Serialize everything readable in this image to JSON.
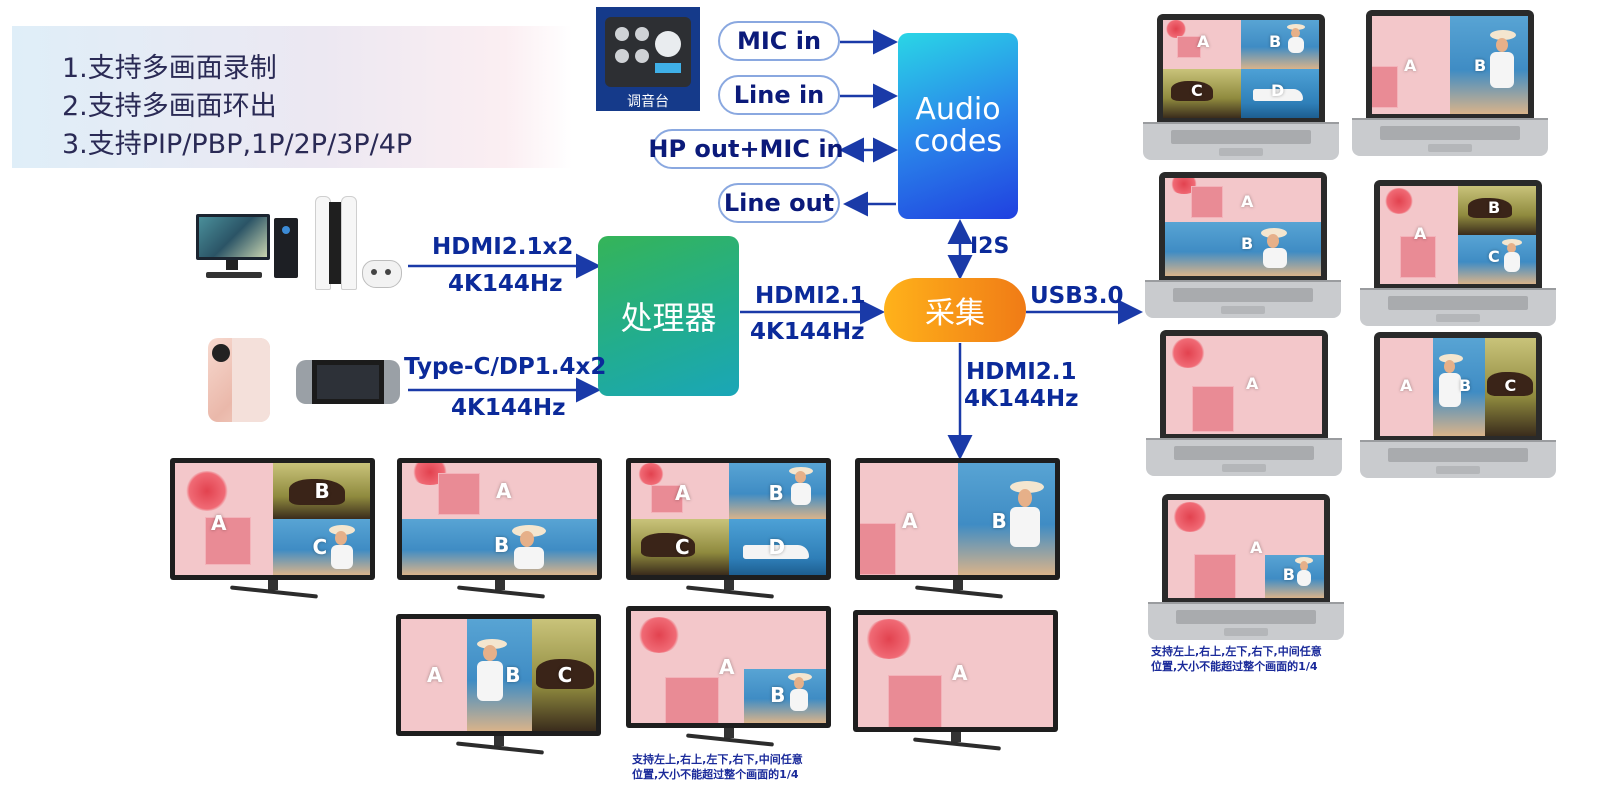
{
  "features": [
    "1.支持多画面录制",
    "2.支持多画面环出",
    "3.支持PIP/PBP,1P/2P/3P/4P"
  ],
  "mixer_label": "调音台",
  "audio_ports": [
    "MIC in",
    "Line in",
    "HP out+MIC in",
    "Line out"
  ],
  "audio_codec_label": "Audio\ncodes",
  "processor_label": "处理器",
  "capture_label": "采集",
  "links": {
    "input1_top": "HDMI2.1x2",
    "input1_bottom": "4K144Hz",
    "input2_top": "Type-C/DP1.4x2",
    "input2_bottom": "4K144Hz",
    "proc_to_cap_top": "HDMI2.1",
    "proc_to_cap_bottom": "4K144Hz",
    "i2s": "I2S",
    "usb": "USB3.0",
    "loop_top": "HDMI2.1",
    "loop_bottom": "4K144Hz"
  },
  "pane_labels": {
    "a": "A",
    "b": "B",
    "c": "C",
    "d": "D"
  },
  "pip_note_line1": "支持左上,右上,左下,右下,中间任意",
  "pip_note_line2": "位置,大小不能超过整个画面的1/4",
  "colors": {
    "arrow": "#1a3aa8",
    "processor": [
      "#35b458",
      "#1aa6b8"
    ],
    "capture": [
      "#ffb21a",
      "#f07b16"
    ],
    "audio_codec": [
      "#2ad6e6",
      "#2040e0"
    ]
  }
}
